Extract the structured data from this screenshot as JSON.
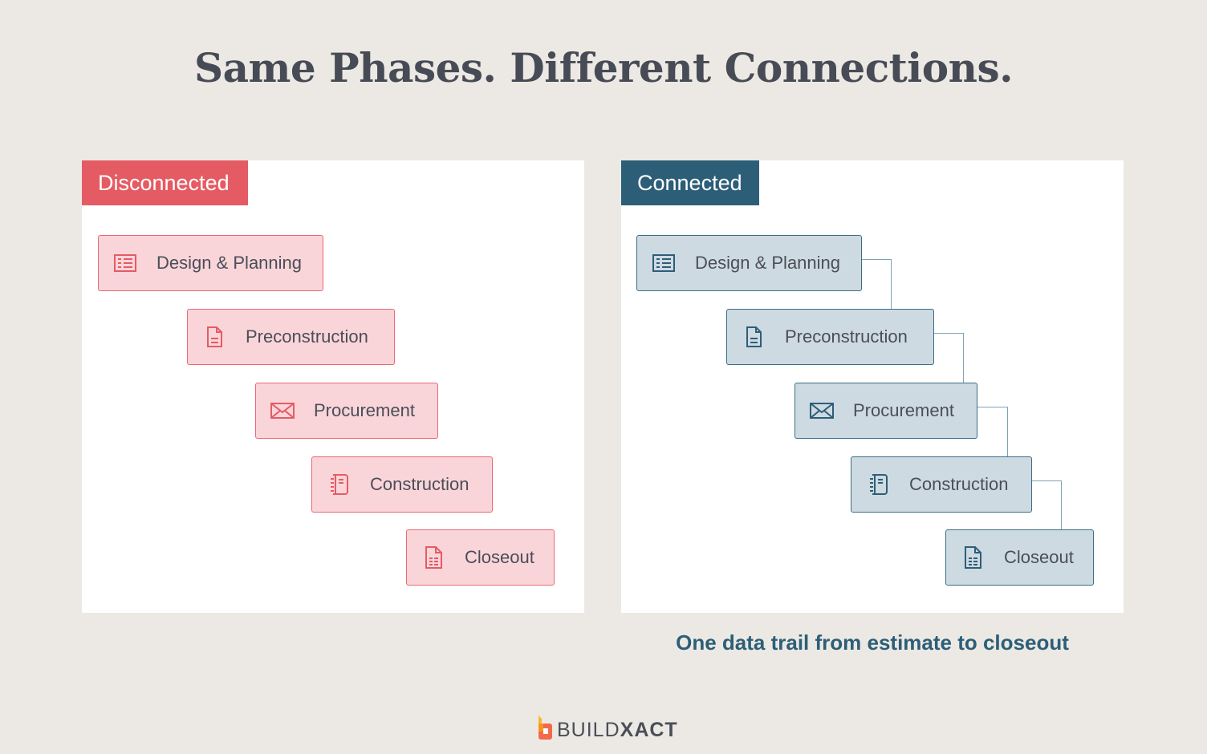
{
  "title": "Same Phases. Different Connections.",
  "colors": {
    "background": "#ece9e4",
    "disconnected_accent": "#e55b63",
    "disconnected_box_fill": "#f9d5da",
    "connected_accent": "#2d5e78",
    "connected_box_fill": "#cedae1",
    "connector_line": "#7fa3b7"
  },
  "panels": {
    "disconnected": {
      "label": "Disconnected",
      "phases": [
        {
          "label": "Design & Planning",
          "icon": "spreadsheet-icon"
        },
        {
          "label": "Preconstruction",
          "icon": "document-icon"
        },
        {
          "label": "Procurement",
          "icon": "envelope-icon"
        },
        {
          "label": "Construction",
          "icon": "notebook-icon"
        },
        {
          "label": "Closeout",
          "icon": "report-document-icon"
        }
      ]
    },
    "connected": {
      "label": "Connected",
      "phases": [
        {
          "label": "Design & Planning",
          "icon": "spreadsheet-icon"
        },
        {
          "label": "Preconstruction",
          "icon": "document-icon"
        },
        {
          "label": "Procurement",
          "icon": "envelope-icon"
        },
        {
          "label": "Construction",
          "icon": "notebook-icon"
        },
        {
          "label": "Closeout",
          "icon": "report-document-icon"
        }
      ],
      "tagline": "One data trail from estimate to closeout"
    }
  },
  "logo": {
    "text_light": "BUILD",
    "text_bold": "XACT"
  }
}
